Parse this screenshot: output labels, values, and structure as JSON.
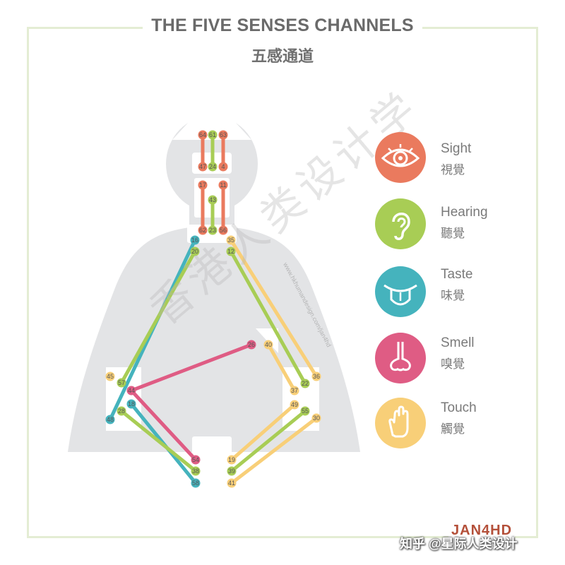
{
  "header": {
    "title": "THE FIVE SENSES CHANNELS",
    "subtitle": "五感通道"
  },
  "colors": {
    "sight": "#ea7a5e",
    "hearing": "#a8cd55",
    "taste": "#45b3bd",
    "smell": "#df5c84",
    "touch": "#f8cf78",
    "body": "#e3e4e6",
    "frame": "#e4edd4"
  },
  "senses": [
    {
      "key": "sight",
      "en": "Sight",
      "zh": "視覺",
      "icon": "eye-icon"
    },
    {
      "key": "hearing",
      "en": "Hearing",
      "zh": "聽覺",
      "icon": "ear-icon"
    },
    {
      "key": "taste",
      "en": "Taste",
      "zh": "味覺",
      "icon": "tongue-icon"
    },
    {
      "key": "smell",
      "en": "Smell",
      "zh": "嗅覺",
      "icon": "nose-icon"
    },
    {
      "key": "touch",
      "en": "Touch",
      "zh": "觸覺",
      "icon": "hand-icon"
    }
  ],
  "gates": {
    "g64": "64",
    "g61": "61",
    "g63": "63",
    "g47": "47",
    "g24": "24",
    "g4": "4",
    "g17": "17",
    "g11": "11",
    "g43": "43",
    "g62": "62",
    "g23": "23",
    "g56": "56",
    "g16": "16",
    "g20": "20",
    "g35": "35",
    "g12": "12",
    "g26": "26",
    "g40": "40",
    "g45": "45",
    "g57": "57",
    "g44": "44",
    "g48": "48",
    "g28": "28",
    "g18": "18",
    "g36": "36",
    "g22": "22",
    "g37": "37",
    "g49": "49",
    "g55": "55",
    "g30": "30",
    "g54": "54",
    "g38": "38",
    "g58": "58",
    "g19": "19",
    "g39": "39",
    "g41": "41"
  },
  "watermark": "香港人类设计学",
  "watermark_url": "www.hkhumandesign.com/jan4hd",
  "brand": "JAN4HD",
  "credit": "知乎 @星际人类设计"
}
